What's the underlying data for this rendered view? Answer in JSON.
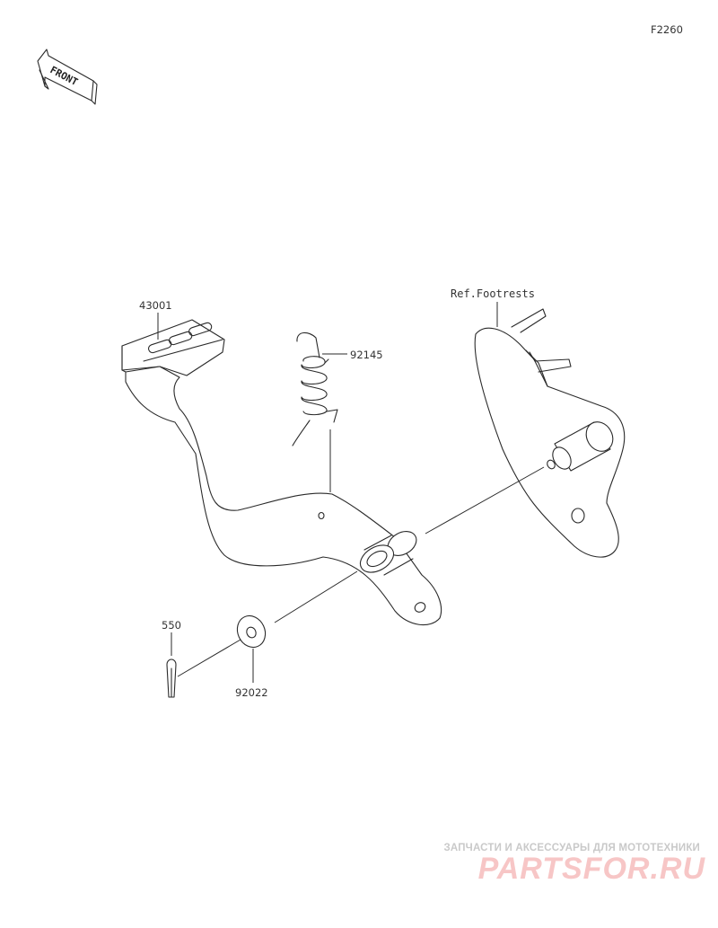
{
  "figure_code": "F2260",
  "front_label": "FRONT",
  "callouts": {
    "pedal": "43001",
    "spring": "92145",
    "reference": "Ref.Footrests",
    "cotter_pin": "550",
    "washer": "92022"
  },
  "watermark": {
    "tagline": "ЗАПЧАСТИ И АКСЕССУАРЫ ДЛЯ МОТОТЕХНИКИ",
    "logo": "PARTSFOR.RU"
  },
  "colors": {
    "line": "#2a2a2a",
    "watermark_logo": "#f7c6c6",
    "watermark_text": "#c9c9c9"
  }
}
